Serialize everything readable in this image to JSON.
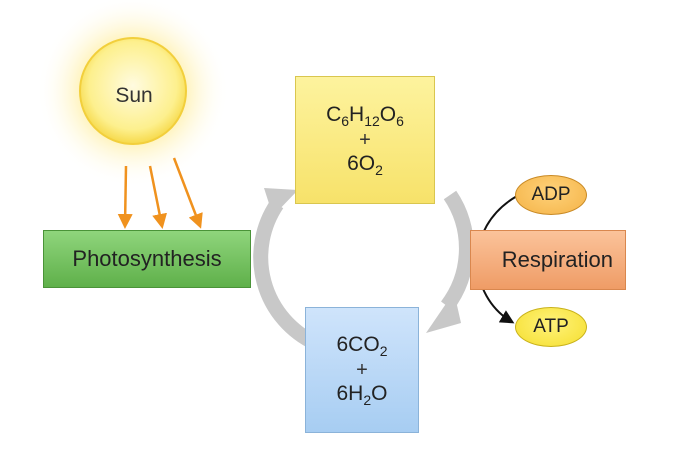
{
  "sun": {
    "label": "Sun"
  },
  "processes": {
    "photosynthesis": "Photosynthesis",
    "respiration": "Respiration"
  },
  "products": {
    "glucose_oxygen": {
      "glucose_base": "C",
      "glucose_sub1": "6",
      "glucose_mid1": "H",
      "glucose_sub2": "12",
      "glucose_mid2": "O",
      "glucose_sub3": "6",
      "plus": "+",
      "oxygen_base": "6O",
      "oxygen_sub": "2"
    },
    "co2_water": {
      "co2_base": "6CO",
      "co2_sub": "2",
      "plus": "+",
      "water_base": "6H",
      "water_sub": "2",
      "water_tail": "O"
    }
  },
  "energy": {
    "adp": "ADP",
    "atp": "ATP"
  },
  "colors": {
    "sun_core": "#fbe36a",
    "ray_arrow": "#f0921e",
    "cycle_arrow": "#c8c8c8",
    "photosynthesis_box": "#6fc15a",
    "respiration_box": "#f4a872",
    "glucose_box": "#f9e57c",
    "co2_box": "#b7d6f5",
    "adp": "#f7bf55",
    "atp": "#f8e33d"
  }
}
